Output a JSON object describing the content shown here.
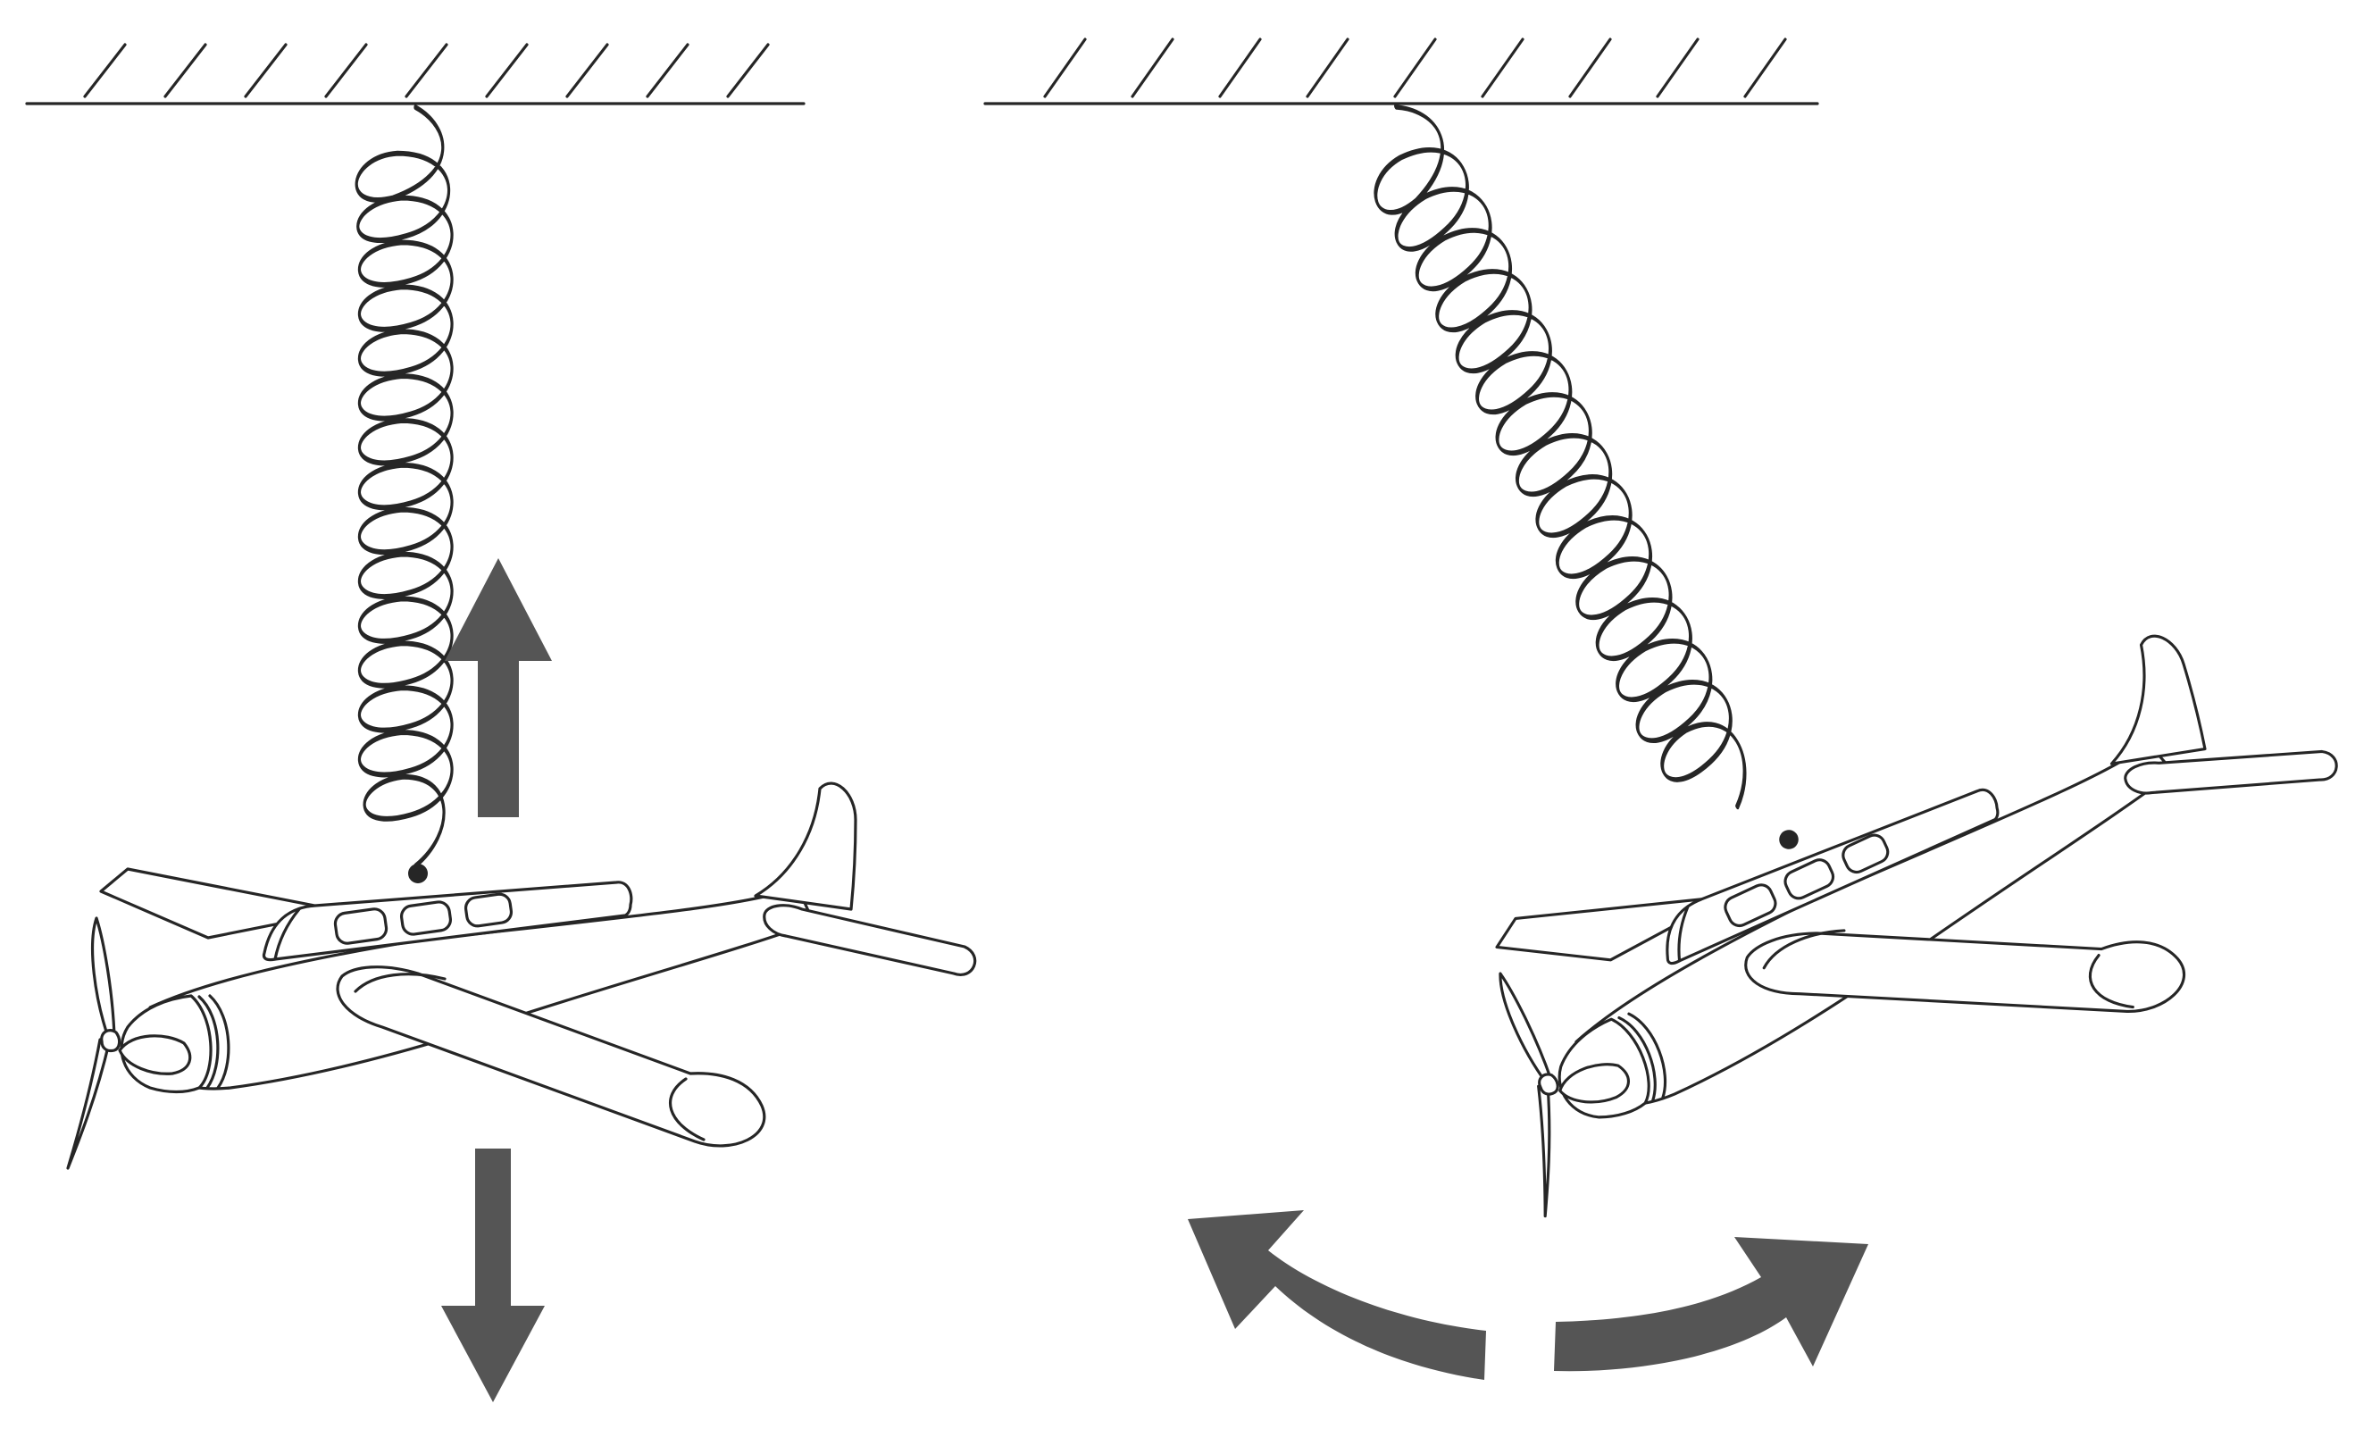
{
  "figure": {
    "panels": [
      {
        "id": "vertical-oscillation",
        "motion": "up-down",
        "arrows": [
          "up",
          "down"
        ]
      },
      {
        "id": "swinging-oscillation",
        "motion": "side-to-side",
        "arrows": [
          "left",
          "right"
        ]
      }
    ],
    "colors": {
      "line": "#262626",
      "arrow": "#555555",
      "background": "#ffffff"
    },
    "icons": [
      "ceiling",
      "coil-spring",
      "toy-airplane",
      "up-arrow",
      "down-arrow",
      "curved-left-arrow",
      "curved-right-arrow"
    ]
  }
}
